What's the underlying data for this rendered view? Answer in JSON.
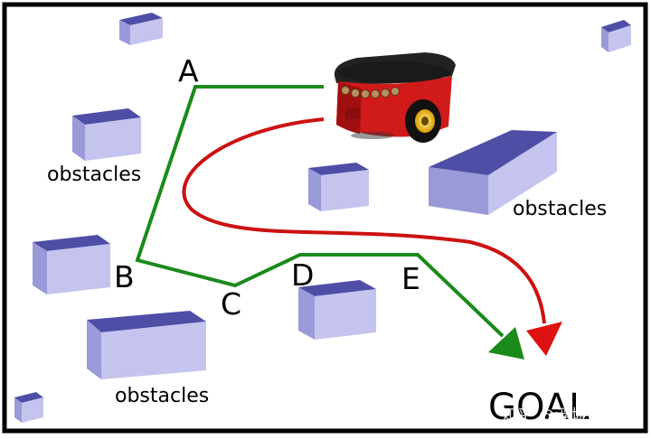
{
  "labels": {
    "waypoint_a": "A",
    "waypoint_b": "B",
    "waypoint_c": "C",
    "waypoint_d": "D",
    "waypoint_e": "E",
    "obstacles_left": "obstacles",
    "obstacles_right": "obstacles",
    "obstacles_bottom": "obstacles",
    "goal": "GOAL"
  },
  "watermark": "知乎 @浮城大亨",
  "colors": {
    "frame": "#000000",
    "path_planned": "#1a8a1a",
    "path_smooth": "#cc1111",
    "obstacle_top": "#4e4ea6",
    "obstacle_front": "#b0b0e4",
    "obstacle_side": "#d4d4f2",
    "robot_body": "#d11a1a",
    "robot_top": "#222222",
    "wheel_hub": "#e8b400"
  }
}
